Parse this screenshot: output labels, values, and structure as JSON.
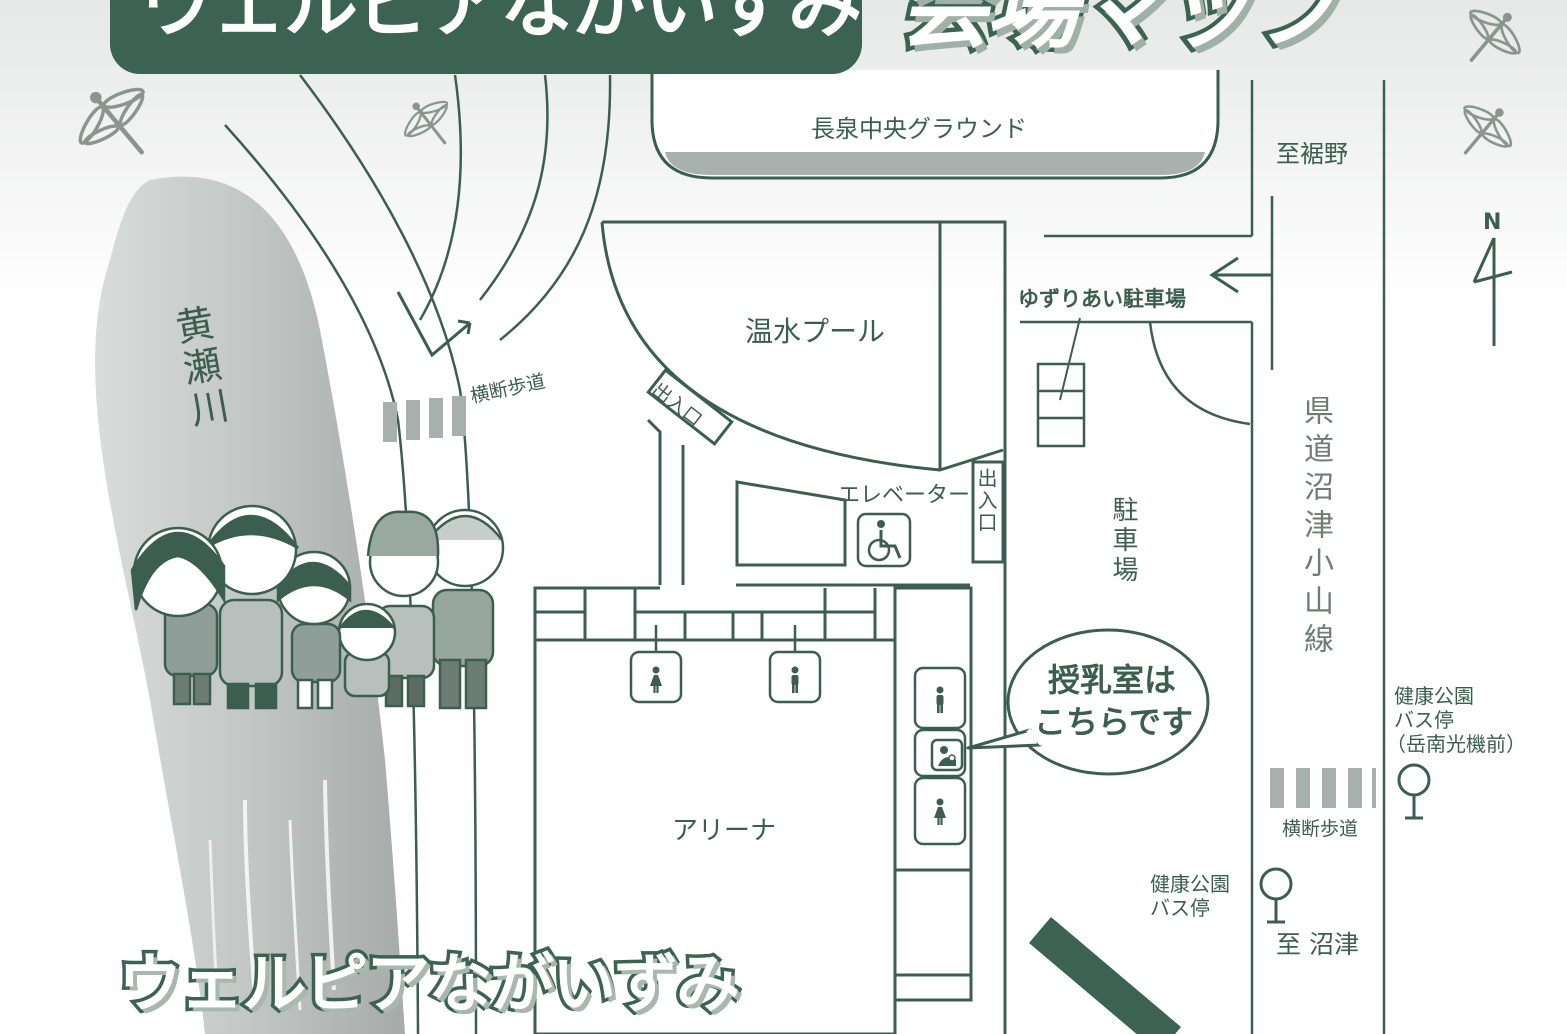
{
  "header": {
    "facility_title": "ウェルピアながいずみ",
    "map_title": "会場マップ"
  },
  "footer": {
    "facility_title": "ウェルピアながいずみ"
  },
  "labels": {
    "ground": "長泉中央グラウンド",
    "to_susono": "至裾野",
    "to_numazu": "至 沼津",
    "north": "N",
    "river": "黄瀬川",
    "crosswalk_left": "横断歩道",
    "crosswalk_right": "横断歩道",
    "pool": "温水プール",
    "entrance_pool": "出入口",
    "entrance_east": "出入口",
    "elevator": "エレベーター",
    "priority_parking": "ゆずりあい駐車場",
    "parking": "駐車場",
    "prefectural_road": "県道沼津小山線",
    "arena": "アリーナ",
    "nursing_room_line1": "授乳室は",
    "nursing_room_line2": "こちらです",
    "bus_stop_1_line1": "健康公園",
    "bus_stop_1_line2": "バス停",
    "bus_stop_1_line3": "（岳南光機前）",
    "bus_stop_2_line1": "健康公園",
    "bus_stop_2_line2": "バス停"
  },
  "icons": {
    "wheelchair": "wheelchair-icon",
    "restroom": "restroom-icon",
    "nursing": "nursing-room-icon",
    "bus_stop": "bus-stop-icon",
    "dragonfly": "dragonfly-icon",
    "north_arrow": "north-arrow-icon"
  },
  "colors": {
    "primary": "#3b6253",
    "line": "#3c5e50",
    "river": "#b9bdbc",
    "background": "#ffffff"
  }
}
